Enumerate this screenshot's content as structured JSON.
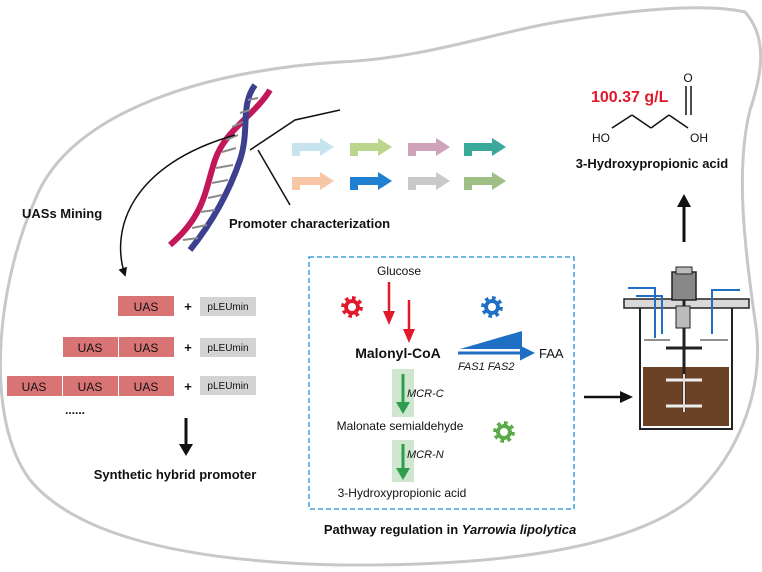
{
  "labels": {
    "uas_mining": "UASs Mining",
    "promoter_characterization": "Promoter characterization",
    "synthetic_hybrid_promoter": "Synthetic hybrid promoter",
    "dots": "......",
    "uas": "UAS",
    "pleumin": "pLEUmin",
    "plus": "+",
    "product_titer": "100.37 g/L",
    "product_name": "3-Hydroxypropionic acid",
    "mol_o": "O",
    "mol_ho": "HO",
    "mol_oh": "OH",
    "pathway_caption_prefix": "Pathway regulation in ",
    "pathway_caption_species": "Yarrowia lipolytica"
  },
  "pathway": {
    "glucose": "Glucose",
    "malonyl_coa": "Malonyl-CoA",
    "faa": "FAA",
    "fas_genes": "FAS1 FAS2",
    "mcr_c": "MCR-C",
    "intermediate": "Malonate semialdehyde",
    "mcr_n": "MCR-N",
    "product": "3-Hydroxypropionic acid"
  },
  "colors": {
    "cell_outline": "#c8c8c8",
    "dna_pink": "#c2185b",
    "dna_blue": "#3d3f8f",
    "uas_fill": "#d97474",
    "pleumin_fill": "#d3d3d3",
    "titer_red": "#e0192b",
    "pathway_box": "#3aa0d8",
    "arrow_red": "#e0192b",
    "arrow_blue": "#1f6fc4",
    "arrow_green": "#2e9e4e",
    "gear_red": "#e0192b",
    "gear_blue": "#1f6fc4",
    "gear_green": "#5aaa4a",
    "broth_brown": "#6b4226",
    "reactor_blue": "#1f6fc4"
  },
  "promoter_arrow_colors": [
    "#c7e3ee",
    "#bcd68e",
    "#cfa3b9",
    "#3aa89a",
    "#f6c6a6",
    "#1f7fd0",
    "#c9c9c9",
    "#9fbf86"
  ],
  "icons": [
    "red-gear-icon",
    "blue-gear-icon",
    "green-gear-icon",
    "dna-helix-icon",
    "bioreactor-icon",
    "down-arrow-icon",
    "right-arrow-icon",
    "up-arrow-icon"
  ]
}
